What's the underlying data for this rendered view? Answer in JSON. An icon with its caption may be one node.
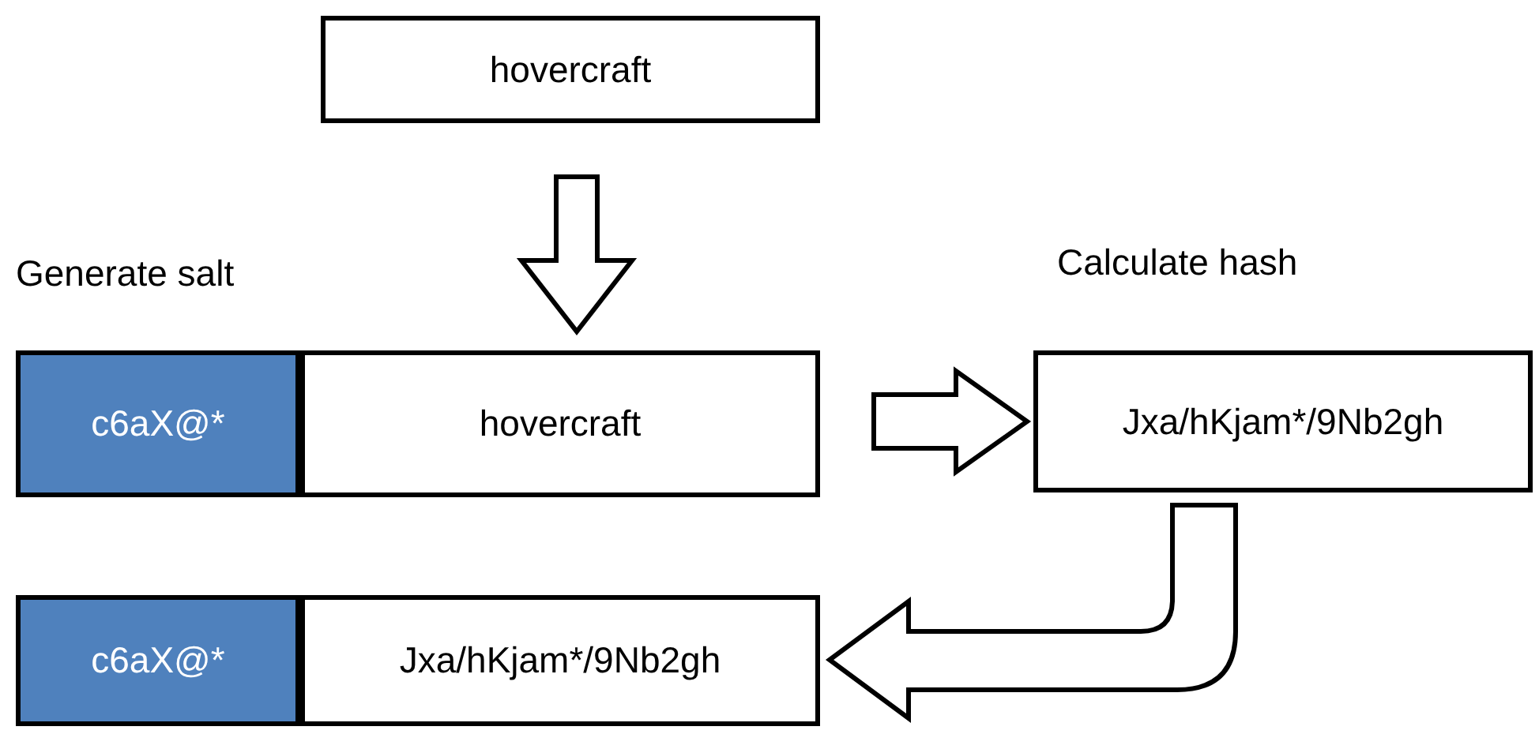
{
  "diagram": {
    "nodes": [
      {
        "text": [
          "hovercraft"
        ]
      },
      {
        "text": [
          "c6aX@*"
        ]
      },
      {
        "text": [
          "hovercraft"
        ]
      },
      {
        "text": [
          "Jxa/hKjam*/9Nb2gh"
        ]
      },
      {
        "text": [
          "c6aX@*"
        ]
      },
      {
        "text": [
          "Jxa/hKjam*/9Nb2gh"
        ]
      }
    ],
    "edges": [
      {
        "from": 0,
        "to": 2,
        "arrow": "to"
      },
      {
        "from": 2,
        "to": 3,
        "arrow": "to"
      },
      {
        "from": 3,
        "to": 5,
        "arrow": "to"
      }
    ],
    "labels": [
      "Generate salt",
      "Calculate hash"
    ]
  }
}
